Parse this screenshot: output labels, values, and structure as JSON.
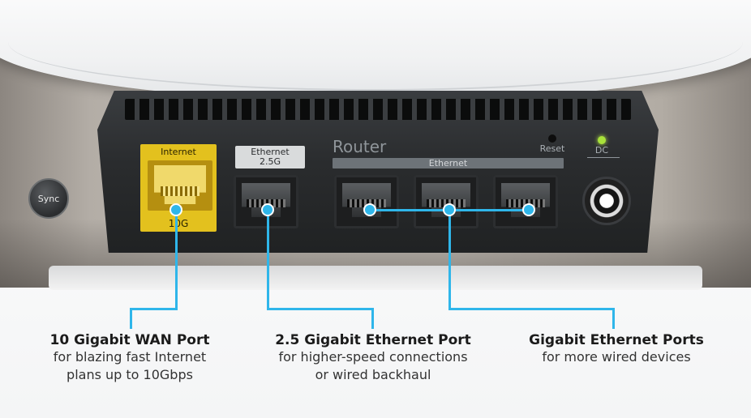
{
  "router": {
    "sync_label": "Sync",
    "internet_label": "Internet",
    "wan_speed_label": "10G",
    "ethernet_25_label_line1": "Ethernet",
    "ethernet_25_label_line2": "2.5G",
    "router_label": "Router",
    "ethernet_group_label": "Ethernet",
    "reset_label": "Reset",
    "dc_label": "DC"
  },
  "callouts": [
    {
      "title": "10 Gigabit WAN Port",
      "desc_line1": "for blazing fast Internet",
      "desc_line2": "plans up to 10Gbps"
    },
    {
      "title": "2.5 Gigabit Ethernet Port",
      "desc_line1": "for higher-speed connections",
      "desc_line2": "or wired backhaul"
    },
    {
      "title": "Gigabit Ethernet Ports",
      "desc_line1": "for more wired devices",
      "desc_line2": ""
    }
  ],
  "colors": {
    "callout_line": "#2fb6ea",
    "wan_highlight": "#e3c11e",
    "led_green": "#a8e23a"
  }
}
